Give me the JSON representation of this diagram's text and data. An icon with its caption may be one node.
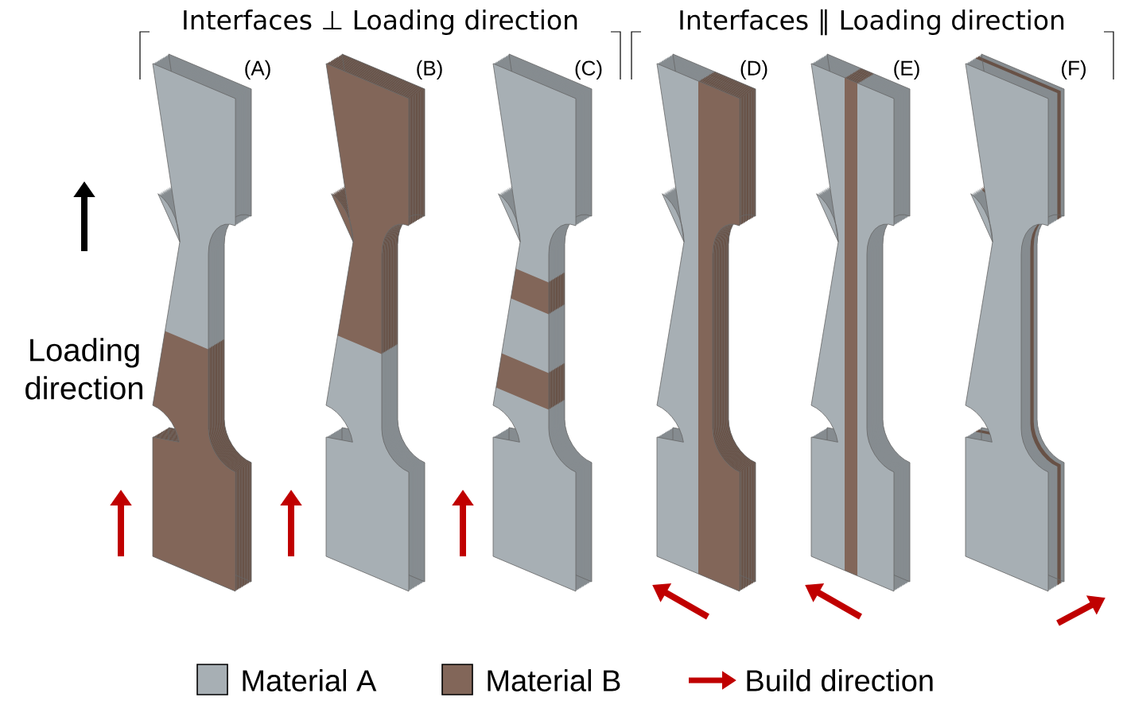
{
  "diagram": {
    "labels": [
      "Interfaces ⊥ Loading direction",
      "Interfaces ∥ Loading direction",
      "(A)",
      "(B)",
      "(C)",
      "(D)",
      "(E)",
      "(F)",
      "Loading direction"
    ],
    "legend": [
      {
        "text": "Material A",
        "color": "#a7afb4"
      },
      {
        "text": "Material B",
        "color": "#826659"
      },
      {
        "text": "Build direction"
      }
    ]
  }
}
